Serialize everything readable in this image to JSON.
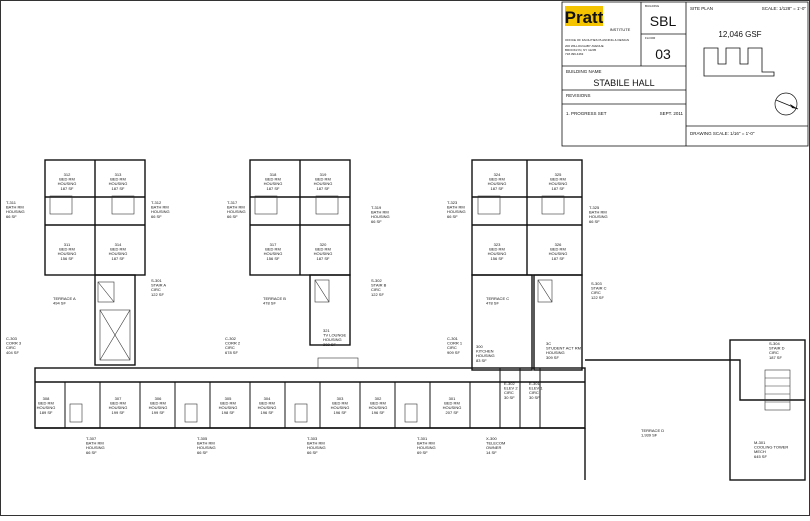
{
  "title_block": {
    "logo_text": "Pratt",
    "logo_sub": "INSTITUTE",
    "office_lines": [
      "OFFICE OF FACILITIES PLANNING & DESIGN",
      "200 WILLOUGHBY AVENUE",
      "BROOKLYN, NY 11205",
      "718.399.4463"
    ],
    "building_label": "BUILDING",
    "building_code": "SBL",
    "floor_label": "FLOOR",
    "floor_number": "03",
    "building_name_label": "BUILDING NAME",
    "building_name": "STABILE HALL",
    "revisions_label": "REVISIONS",
    "revision_item": "1. PROGRESS SET",
    "revision_date": "SEPT. 2011",
    "site_plan_label": "SITE PLAN",
    "site_scale": "SCALE: 1/128\" = 1'-0\"",
    "gsf": "12,046 GSF",
    "drawing_scale": "DRAWING SCALE:  1/16\" = 1'-0\""
  },
  "rooms": [
    {
      "id": "312",
      "lines": [
        "BED RM",
        "HOUSING",
        "187 SF"
      ]
    },
    {
      "id": "313",
      "lines": [
        "BED RM",
        "HOUSING",
        "187 SF"
      ]
    },
    {
      "id": "311",
      "lines": [
        "BED RM",
        "HOUSING",
        "156 SF"
      ]
    },
    {
      "id": "314",
      "lines": [
        "BED RM",
        "HOUSING",
        "187 SF"
      ]
    },
    {
      "id": "318",
      "lines": [
        "BED RM",
        "HOUSING",
        "187 SF"
      ]
    },
    {
      "id": "319",
      "lines": [
        "BED RM",
        "HOUSING",
        "187 SF"
      ]
    },
    {
      "id": "317",
      "lines": [
        "BED RM",
        "HOUSING",
        "156 SF"
      ]
    },
    {
      "id": "320",
      "lines": [
        "BED RM",
        "HOUSING",
        "187 SF"
      ]
    },
    {
      "id": "324",
      "lines": [
        "BED RM",
        "HOUSING",
        "187 SF"
      ]
    },
    {
      "id": "325",
      "lines": [
        "BED RM",
        "HOUSING",
        "187 SF"
      ]
    },
    {
      "id": "323",
      "lines": [
        "BED RM",
        "HOUSING",
        "156 SF"
      ]
    },
    {
      "id": "326",
      "lines": [
        "BED RM",
        "HOUSING",
        "187 SF"
      ]
    },
    {
      "id": "T-311",
      "lines": [
        "BATH RM",
        "HOUSING",
        "66 SF"
      ]
    },
    {
      "id": "T-312",
      "lines": [
        "BATH RM",
        "HOUSING",
        "66 SF"
      ]
    },
    {
      "id": "T-317",
      "lines": [
        "BATH RM",
        "HOUSING",
        "66 SF"
      ]
    },
    {
      "id": "T-319",
      "lines": [
        "BATH RM",
        "HOUSING",
        "66 SF"
      ]
    },
    {
      "id": "T-323",
      "lines": [
        "BATH RM",
        "HOUSING",
        "66 SF"
      ]
    },
    {
      "id": "T-325",
      "lines": [
        "BATH RM",
        "HOUSING",
        "66 SF"
      ]
    },
    {
      "id": "S-301",
      "lines": [
        "STAIR A",
        "CIRC",
        "122 SF"
      ]
    },
    {
      "id": "S-302",
      "lines": [
        "STAIR B",
        "CIRC",
        "122 SF"
      ]
    },
    {
      "id": "S-303",
      "lines": [
        "STAIR C",
        "CIRC",
        "122 SF"
      ]
    },
    {
      "id": "S-304",
      "lines": [
        "STAIR D",
        "CIRC",
        "187 SF"
      ]
    },
    {
      "id": "TERRACE A",
      "lines": [
        "494 SF"
      ]
    },
    {
      "id": "TERRACE B",
      "lines": [
        "478 SF"
      ]
    },
    {
      "id": "TERRACE C",
      "lines": [
        "478 SF"
      ]
    },
    {
      "id": "TERRACE D",
      "lines": [
        "1,939 SF"
      ]
    },
    {
      "id": "C-303",
      "lines": [
        "CORR 3",
        "CIRC",
        "404 SF"
      ]
    },
    {
      "id": "C-302",
      "lines": [
        "CORR 2",
        "CIRC",
        "678 SF"
      ]
    },
    {
      "id": "C-301",
      "lines": [
        "CORR 1",
        "CIRC",
        "909 SF"
      ]
    },
    {
      "id": "321",
      "lines": [
        "TV LOUNGE",
        "HOUSING",
        "302 SF"
      ]
    },
    {
      "id": "300",
      "lines": [
        "KITCHEN",
        "HOUSING",
        "83 SF"
      ]
    },
    {
      "id": "3C",
      "lines": [
        "STUDENT ACT RM",
        "HOUSING",
        "309 SF"
      ]
    },
    {
      "id": "308",
      "lines": [
        "BED RM",
        "HOUSING",
        "189 SF"
      ]
    },
    {
      "id": "307",
      "lines": [
        "BED RM",
        "HOUSING",
        "199 SF"
      ]
    },
    {
      "id": "306",
      "lines": [
        "BED RM",
        "HOUSING",
        "199 SF"
      ]
    },
    {
      "id": "305",
      "lines": [
        "BED RM",
        "HOUSING",
        "198 SF"
      ]
    },
    {
      "id": "304",
      "lines": [
        "BED RM",
        "HOUSING",
        "196 SF"
      ]
    },
    {
      "id": "303",
      "lines": [
        "BED RM",
        "HOUSING",
        "196 SF"
      ]
    },
    {
      "id": "302",
      "lines": [
        "BED RM",
        "HOUSING",
        "196 SF"
      ]
    },
    {
      "id": "301",
      "lines": [
        "BED RM",
        "HOUSING",
        "207 SF"
      ]
    },
    {
      "id": "E-302",
      "lines": [
        "ELEV 2",
        "CIRC",
        "30 SF"
      ]
    },
    {
      "id": "E-301",
      "lines": [
        "ELEV 1",
        "CIRC",
        "30 SF"
      ]
    },
    {
      "id": "T-307",
      "lines": [
        "BATH RM",
        "HOUSING",
        "66 SF"
      ]
    },
    {
      "id": "T-305",
      "lines": [
        "BATH RM",
        "HOUSING",
        "66 SF"
      ]
    },
    {
      "id": "T-303",
      "lines": [
        "BATH RM",
        "HOUSING",
        "66 SF"
      ]
    },
    {
      "id": "T-301",
      "lines": [
        "BATH RM",
        "HOUSING",
        "69 SF"
      ]
    },
    {
      "id": "X-300",
      "lines": [
        "TELECOM",
        "OWNER",
        "14 SF"
      ]
    },
    {
      "id": "M-301",
      "lines": [
        "COOLING TOWER",
        "MECH",
        "645 SF"
      ]
    }
  ]
}
